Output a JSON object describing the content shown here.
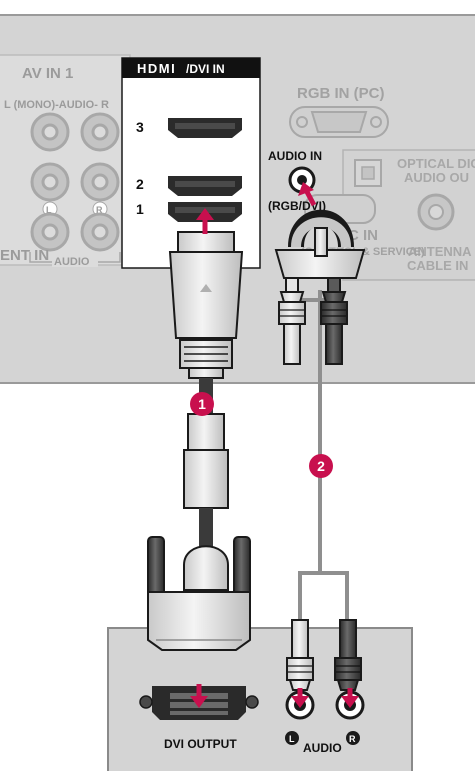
{
  "tv_panel": {
    "av_in_label": "AV IN 1",
    "mono_audio_label": "L (MONO)-AUDIO- R",
    "audio_l": "L",
    "audio_r": "R",
    "audio_label": "AUDIO",
    "component_in_label": "ENT IN",
    "hdmi_logo": "HDMI",
    "hdmi_suffix": "/DVI IN",
    "hdmi_ports": [
      "3",
      "2",
      "1"
    ],
    "rgb_in_label": "RGB IN (PC)",
    "audio_in_title": "AUDIO IN",
    "audio_in_subtitle": "(RGB/DVI)",
    "rs232_label_1": "C IN",
    "rs232_label_2": "(CONTROL & SERVICE)",
    "optical_label_1": "OPTICAL DIG",
    "optical_label_2": "AUDIO OU",
    "antenna_label_1": "ANTENNA",
    "antenna_label_2": "CABLE IN"
  },
  "steps": {
    "step1": "1",
    "step2": "2"
  },
  "pc_panel": {
    "dvi_output_label": "DVI OUTPUT",
    "audio_label": "AUDIO",
    "left_badge": "L",
    "right_badge": "R"
  },
  "colors": {
    "panel": "#d6d6d6",
    "panel_border": "#9a9a9a",
    "faded_text": "#9b9b9b",
    "accent_magenta": "#c8104e",
    "hdmi_header": "#111111",
    "jack_white": "#ffffff",
    "jack_red": "#3a3a3a"
  }
}
